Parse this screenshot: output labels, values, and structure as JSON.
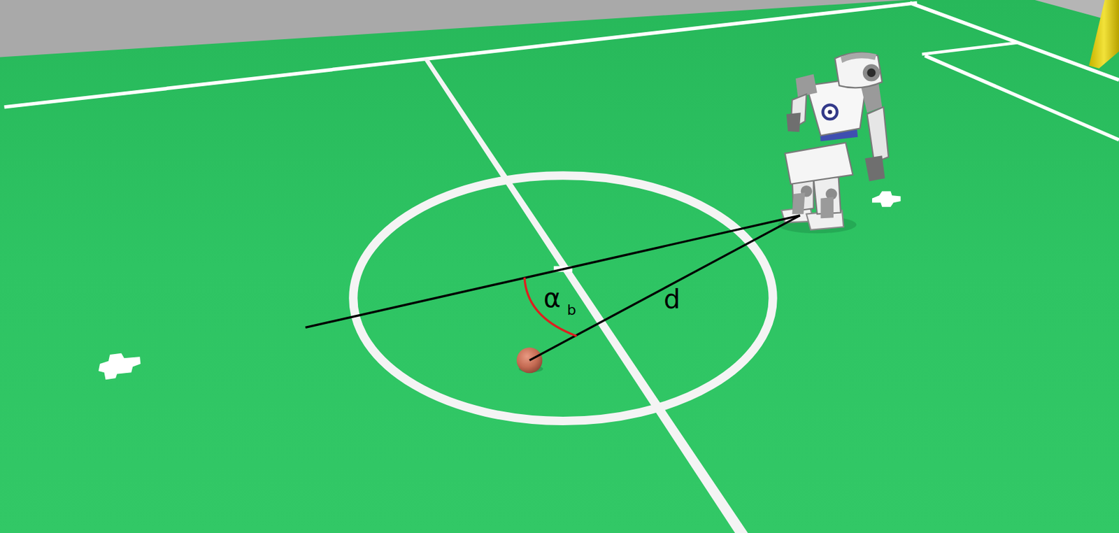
{
  "diagram": {
    "labels": [
      "α",
      "b",
      "d"
    ]
  }
}
